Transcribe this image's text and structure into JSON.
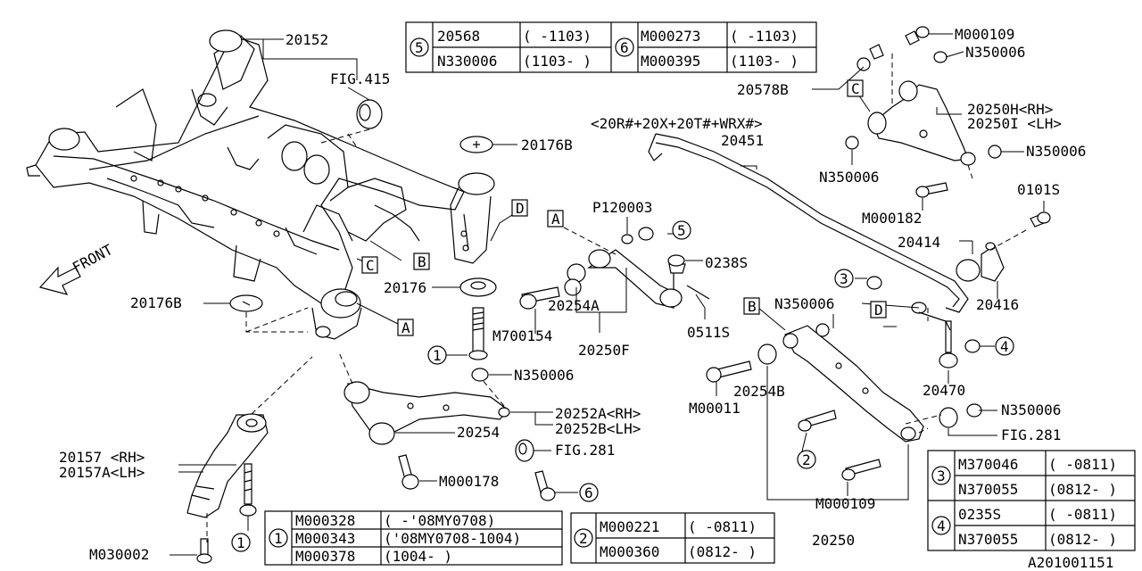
{
  "figure_id": "A201001151",
  "front_label": "FRONT",
  "parts": {
    "p20152": "20152",
    "fig415": "FIG.415",
    "p20176B_top": "20176B",
    "p20176B_left": "20176B",
    "p20176": "20176",
    "p20157_rh": "20157 <RH>",
    "p20157_lh": "20157A<LH>",
    "m030002": "M030002",
    "n350006_mid": "N350006",
    "p20254_left": "20254",
    "m000178": "M000178",
    "fig281_left": "FIG.281",
    "p20252a": "20252A<RH>",
    "p20252b": "20252B<LH>",
    "p120003": "P120003",
    "p0238s": "0238S",
    "p20254a": "20254A",
    "m700154": "M700154",
    "p20250f": "20250F",
    "p0511s": "0511S",
    "wrx_note": "<20R#+20X+20T#+WRX#>",
    "p20451": "20451",
    "m000109_top": "M000109",
    "n350006_top": "N350006",
    "p20578b": "20578B",
    "p20250h": "20250H<RH>",
    "p20250i": "20250I <LH>",
    "n350006_right": "N350006",
    "n350006_arm": "N350006",
    "m000182": "M000182",
    "p0101s": "0101S",
    "p20414": "20414",
    "p20416": "20416",
    "n350006_b": "N350006",
    "p20470": "20470",
    "n350006_low": "N350006",
    "fig281_right": "FIG.281",
    "p20254b": "20254B",
    "m00011": "M00011",
    "m000109_low": "M000109",
    "p20250": "20250"
  },
  "callouts": {
    "c1": "1",
    "c2": "2",
    "c3": "3",
    "c4": "4",
    "c5": "5",
    "c6": "6",
    "A": "A",
    "B": "B",
    "C": "C",
    "D": "D"
  },
  "tables": {
    "t5": {
      "ref": "5",
      "rows": [
        [
          "20568",
          "( -1103)"
        ],
        [
          "N330006",
          "(1103- )"
        ]
      ]
    },
    "t6": {
      "ref": "6",
      "rows": [
        [
          "M000273",
          "( -1103)"
        ],
        [
          "M000395",
          "(1103- )"
        ]
      ]
    },
    "t1": {
      "ref": "1",
      "rows": [
        [
          "M000328",
          "( -'08MY0708)"
        ],
        [
          "M000343",
          "('08MY0708-1004)"
        ],
        [
          "M000378",
          "(1004- )"
        ]
      ]
    },
    "t2": {
      "ref": "2",
      "rows": [
        [
          "M000221",
          "( -0811)"
        ],
        [
          "M000360",
          "(0812- )"
        ]
      ]
    },
    "t3": {
      "ref": "3",
      "rows": [
        [
          "M370046",
          "( -0811)"
        ],
        [
          "N370055",
          "(0812- )"
        ]
      ]
    },
    "t4": {
      "ref": "4",
      "rows": [
        [
          "0235S",
          "( -0811)"
        ],
        [
          "N370055",
          "(0812- )"
        ]
      ]
    }
  }
}
